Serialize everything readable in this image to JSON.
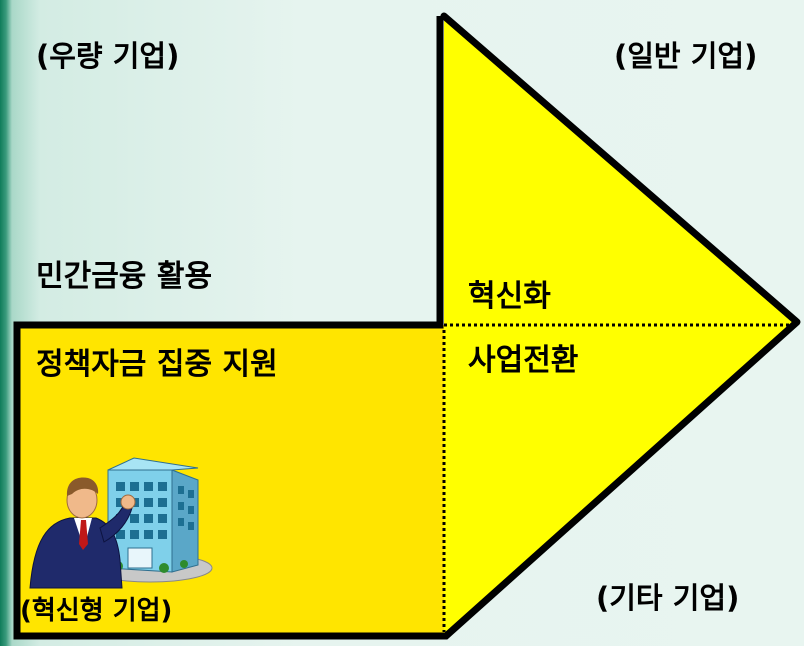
{
  "labels": {
    "excellent_firm": "(우량 기업)",
    "general_firm": "(일반 기업)",
    "private_finance": "민간금융 활용",
    "innovation": "혁신화",
    "policy_funds": "정책자금 집중 지원",
    "business_conversion": "사업전환",
    "other_firm": "(기타 기업)",
    "innovative_firm": "(혁신형 기업)"
  },
  "icons": {
    "illustration": "businessman-with-building-icon"
  },
  "colors": {
    "arrow_fill": "#ffff00",
    "box_fill": "#ffe500",
    "outline": "#000000",
    "background": "#e6f4ef",
    "accent_left": "#0f7c5a"
  }
}
